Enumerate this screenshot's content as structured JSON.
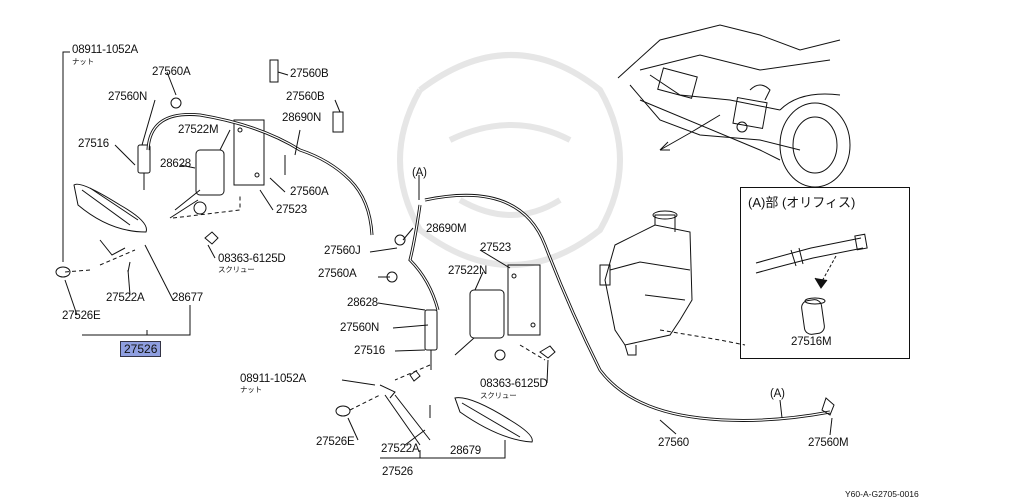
{
  "parts": {
    "p08911_top": "08911-1052A",
    "nut_top": "ナット",
    "p27560A_top": "27560A",
    "p27560N_top": "27560N",
    "p27516_top": "27516",
    "p27522M_top": "27522M",
    "p28628_top": "28628",
    "p27560B_1": "27560B",
    "p27560B_2": "27560B",
    "p28690N": "28690N",
    "p27560A_mid": "27560A",
    "p27523_top": "27523",
    "p08363_top": "08363-6125D",
    "screw_top": "スクリュー",
    "p27522A_top": "27522A",
    "p28677": "28677",
    "p27526E_top": "27526E",
    "p27526_highlight": "27526",
    "orifice_A_1": "(A)",
    "p28690M": "28690M",
    "p27560J": "27560J",
    "p27560A_low": "27560A",
    "p27523_low": "27523",
    "p27522N": "27522N",
    "p28628_low": "28628",
    "p27560N_low": "27560N",
    "p27516_low": "27516",
    "p08911_low": "08911-1052A",
    "nut_low": "ナット",
    "p08363_low": "08363-6125D",
    "screw_low": "スクリュー",
    "p27526E_low": "27526E",
    "p27522A_low": "27522A",
    "p28679": "28679",
    "p27526_low": "27526",
    "orifice_A_2": "(A)",
    "p27560": "27560",
    "p27560M": "27560M"
  },
  "inset": {
    "title": "(A)部 (オリフィス)",
    "part": "27516M"
  },
  "diagram_code": "Y60-A-G2705-0016"
}
